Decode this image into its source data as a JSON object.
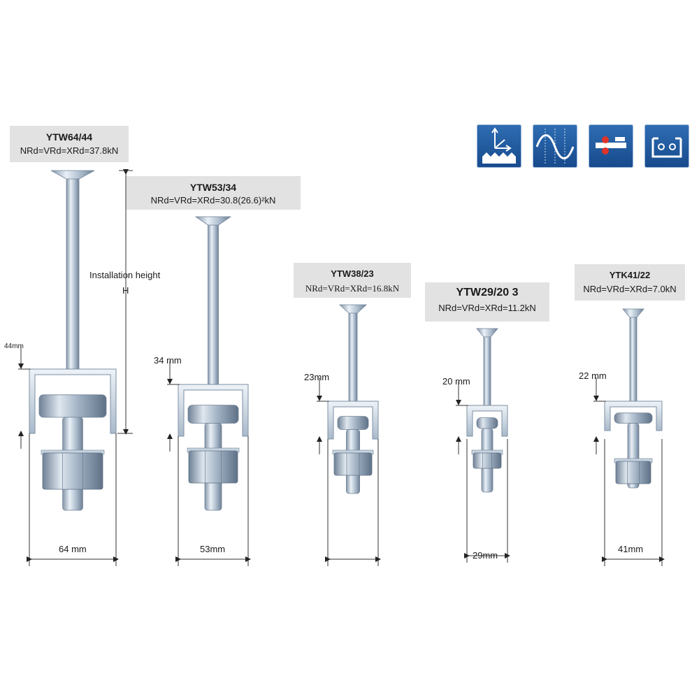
{
  "anchors": [
    {
      "id": "ytw6444",
      "model": "YTW64/44",
      "rating": "NRd=VRd=XRd=37.8kN",
      "depth": "44mm",
      "width": "64 mm"
    },
    {
      "id": "ytw5334",
      "model": "YTW53/34",
      "rating": "NRd=VRd=XRd=30.8(26.6)²kN",
      "depth": "34 mm",
      "width": "53mm"
    },
    {
      "id": "ytw3823",
      "model": "YTW38/23",
      "rating": "NRd=VRd=XRd=16.8kN",
      "depth": "23mm",
      "width": ""
    },
    {
      "id": "ytw2920",
      "model": "YTW29/20 3",
      "rating": "NRd=VRd=XRd=11.2kN",
      "depth": "20 mm",
      "width": "29mm"
    },
    {
      "id": "ytk4122",
      "model": "YTK41/22",
      "rating": "NRd=VRd=XRd=7.0kN",
      "depth": "22 mm",
      "width": "41mm"
    }
  ],
  "installation": {
    "line1": "Installation height",
    "line2": "H"
  },
  "icons": [
    "seismic-axes-icon",
    "dynamic-load-wave-icon",
    "fire-resistance-icon",
    "channel-cross-section-icon"
  ],
  "colors": {
    "icon_blue": "#1f5a9e",
    "label_bg": "#e2e2e2",
    "steel": "#b9c7d6",
    "steel_dark": "#7d8fa3"
  }
}
